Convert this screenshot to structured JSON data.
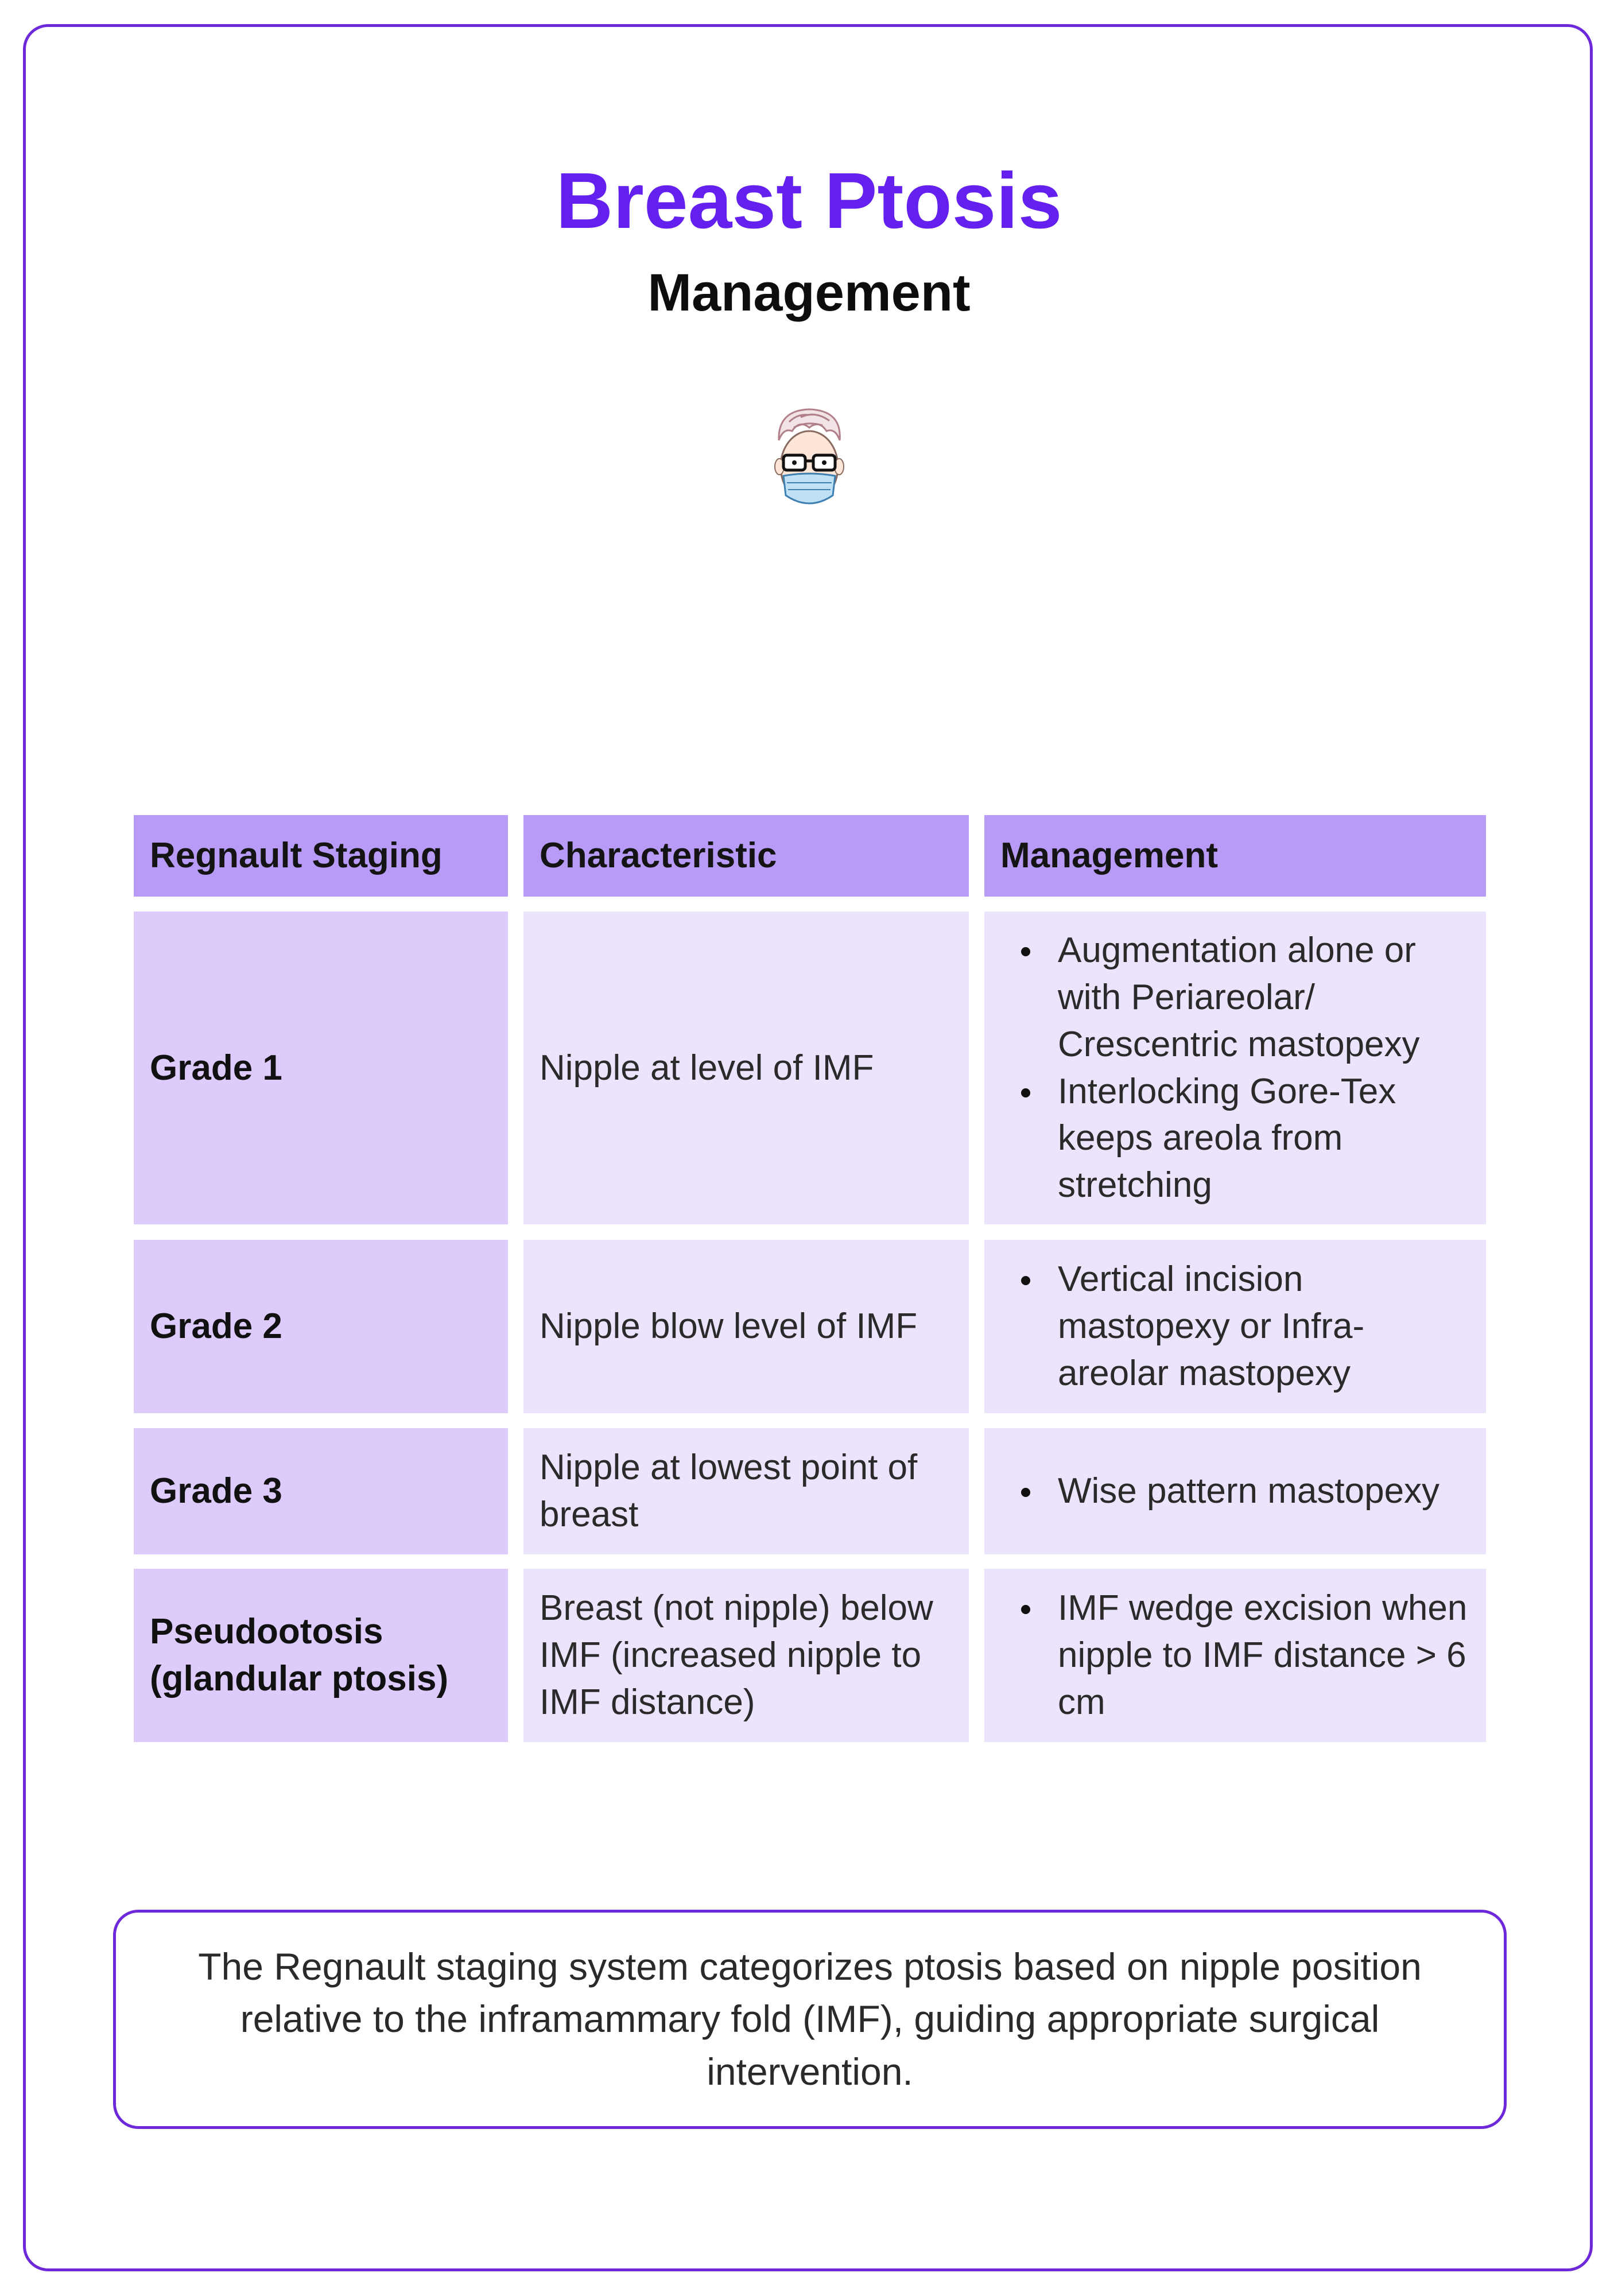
{
  "header": {
    "title": "Breast Ptosis",
    "subtitle": "Management"
  },
  "table": {
    "columns": [
      "Regnault Staging",
      "Characteristic",
      "Management"
    ],
    "rows": [
      {
        "stage": "Grade 1",
        "characteristic": "Nipple at level of IMF",
        "management": [
          "Augmentation alone or with Periareolar/ Crescentric mastopexy",
          "Interlocking Gore-Tex keeps areola from stretching"
        ]
      },
      {
        "stage": "Grade 2",
        "characteristic": "Nipple blow level of IMF",
        "management": [
          "Vertical incision mastopexy or Infra-areolar mastopexy"
        ]
      },
      {
        "stage": "Grade 3",
        "characteristic": "Nipple at lowest point of breast",
        "management": [
          "Wise pattern mastopexy"
        ]
      },
      {
        "stage": "Pseudootosis (glandular ptosis)",
        "characteristic": "Breast (not nipple) below IMF (increased nipple to IMF distance)",
        "management": [
          "IMF wedge excision when nipple  to IMF distance > 6 cm"
        ]
      }
    ]
  },
  "summary": "The Regnault staging system categorizes ptosis based on nipple position relative to the inframammary fold (IMF), guiding appropriate surgical intervention."
}
